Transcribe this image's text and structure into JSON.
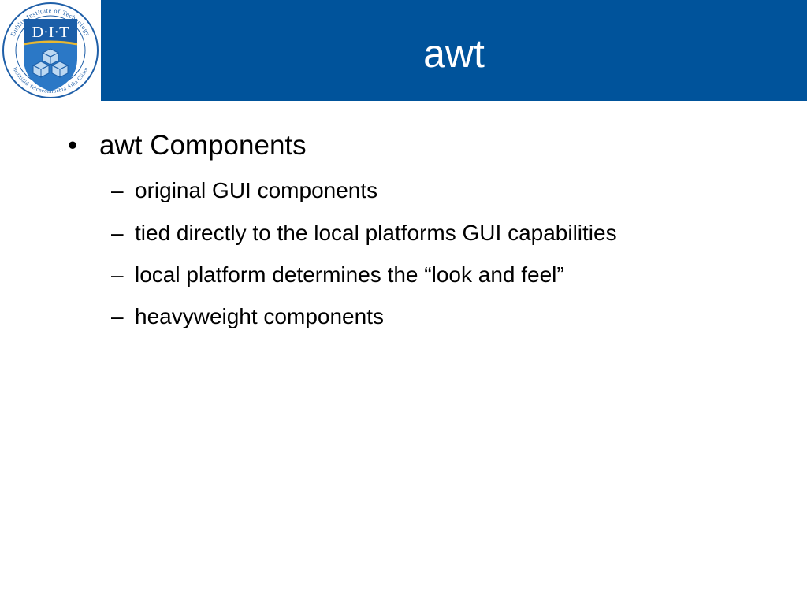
{
  "header": {
    "title": "awt",
    "bar_color": "#00539b"
  },
  "logo": {
    "icon": "dit-crest-icon",
    "monogram": "D·I·T",
    "ring_text_top": "Dublin Institute of Technology",
    "ring_text_bottom": "Institiúid Teicneolaíochta Átha Cliath"
  },
  "body": {
    "bullet": {
      "marker": "•",
      "text": "awt Components"
    },
    "sub_marker": "–",
    "sub_items": [
      {
        "text": "original GUI components"
      },
      {
        "text": "tied directly to the local platforms GUI capabilities"
      },
      {
        "text": "local platform determines the “look and feel”"
      },
      {
        "text": "heavyweight components"
      }
    ]
  }
}
